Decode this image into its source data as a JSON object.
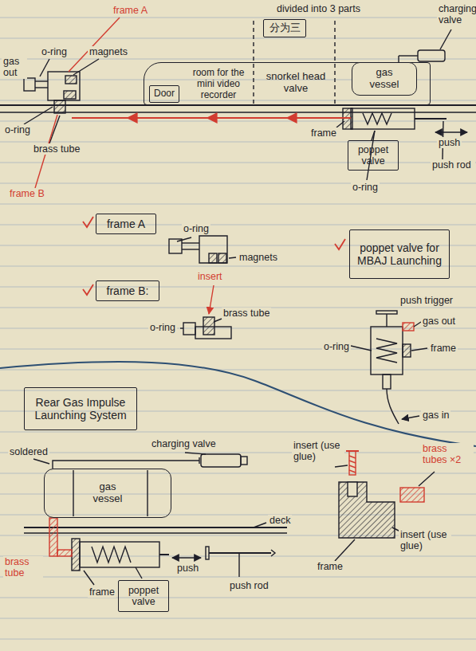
{
  "diagram": {
    "nodes": [
      {
        "text": [
          "分为三"
        ]
      },
      {
        "text": [
          "room for the mini video recorder",
          "snorkel head valve"
        ]
      },
      {
        "text": [
          "Door"
        ],
        "in": 1
      },
      {
        "text": [
          "gas vessel"
        ],
        "in": 1
      },
      {
        "text": [
          "poppet valve"
        ]
      },
      {
        "text": [
          "frame A"
        ]
      },
      {
        "text": [
          "frame B:"
        ]
      },
      {
        "text": [
          "poppet valve for MBAJ Launching"
        ]
      },
      {
        "text": [
          "Rear Gas Impulse Launching System"
        ]
      },
      {
        "text": [
          "gas vessel"
        ]
      },
      {
        "text": [
          "poppet valve"
        ]
      }
    ],
    "labels": [
      "frame A",
      "divided into 3 parts",
      "charging valve",
      "o-ring",
      "magnets",
      "gas out",
      "o-ring",
      "brass tube",
      "frame",
      "push",
      "push rod",
      "o-ring",
      "frame B",
      "o-ring",
      "magnets",
      "insert",
      "brass tube",
      "o-ring",
      "push trigger",
      "gas out",
      "o-ring",
      "frame",
      "gas in",
      "soldered",
      "charging valve",
      "deck",
      "brass tube",
      "frame",
      "push",
      "push rod",
      "insert (use glue)",
      "brass tubes ×2",
      "insert (use glue)",
      "frame"
    ]
  }
}
